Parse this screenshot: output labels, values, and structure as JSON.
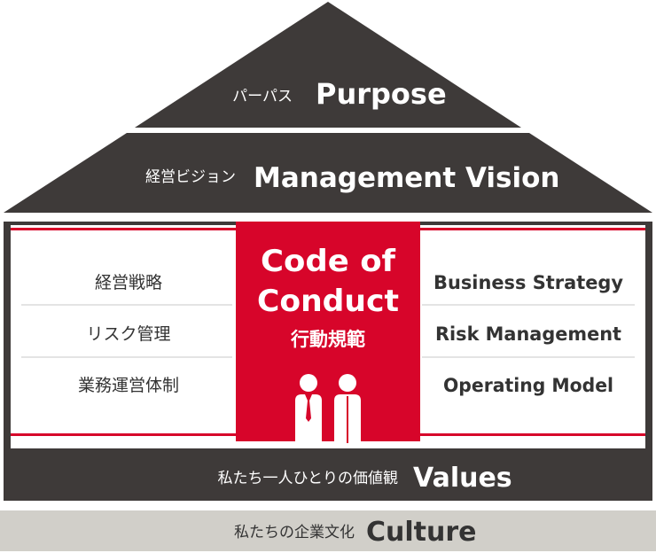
{
  "colors": {
    "dark": "#3e3a39",
    "red": "#d7052a",
    "culture_bg": "#d1cfc9",
    "divider": "#c8c8c8"
  },
  "purpose": {
    "jp": "パーパス",
    "en": "Purpose"
  },
  "vision": {
    "jp": "経営ビジョン",
    "en": "Management Vision"
  },
  "center": {
    "line1": "Code of",
    "line2": "Conduct",
    "jp": "行動規範",
    "icon": "two-people-icon"
  },
  "left_items": [
    "経営戦略",
    "リスク管理",
    "業務運営体制"
  ],
  "right_items": [
    "Business Strategy",
    "Risk Management",
    "Operating Model"
  ],
  "values": {
    "jp": "私たち一人ひとりの価値観",
    "en": "Values"
  },
  "culture": {
    "jp": "私たちの企業文化",
    "en": "Culture"
  }
}
